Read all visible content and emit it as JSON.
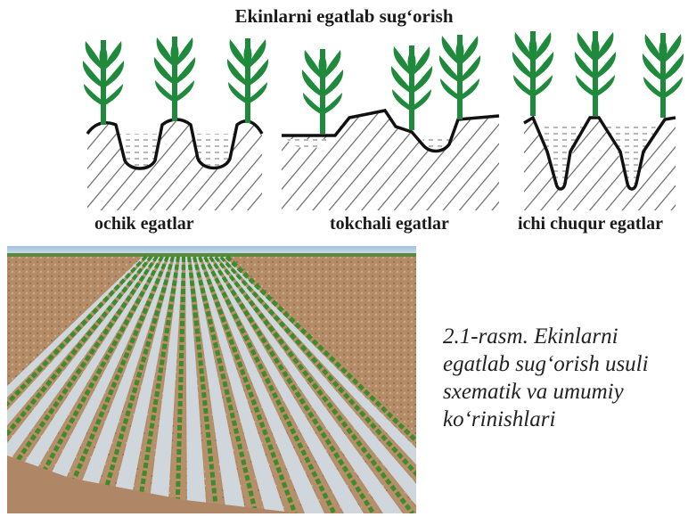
{
  "figure": {
    "title": "Ekinlarni egatlab sug‘orish",
    "panels": [
      {
        "label": "ochik egatlar"
      },
      {
        "label": "tokchali egatlar"
      },
      {
        "label": "ichi chuqur egatlar"
      }
    ],
    "caption_lines": [
      "2.1-rasm. Ekinlarni",
      "egatlab sug‘orish usuli",
      "sxematik va umumiy",
      "ko‘rinishlari"
    ]
  },
  "colors": {
    "plant": "#1f8a3c",
    "soil_line": "#111111",
    "water_line": "#777777",
    "sky": "#a7c6e0",
    "field_soil": "#b5906a",
    "furrow_water": "#cfd7dd",
    "crop_row": "#3f8a2a"
  }
}
